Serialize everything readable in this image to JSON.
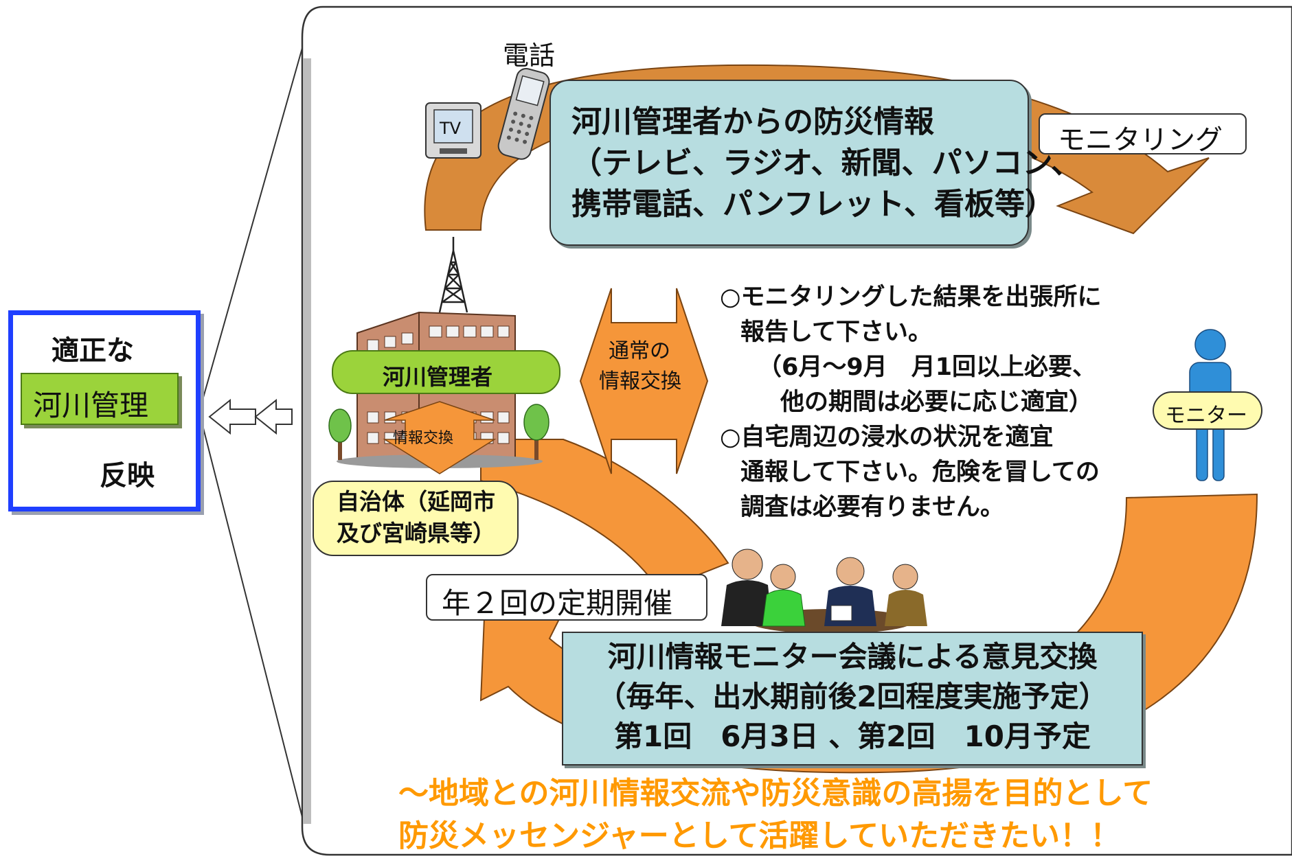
{
  "colors": {
    "orange_arrow": "#f5963a",
    "orange_dark": "#c0651c",
    "info_box": "#b7dde0",
    "yellow_box": "#fffbb0",
    "green_label": "#9bd33b",
    "blue_frame": "#1f3fff",
    "footer_text": "#ff9900",
    "monitor_figure": "#2f8fd8"
  },
  "left_panel": {
    "top": "適正な",
    "middle": "河川管理",
    "bottom": "反映"
  },
  "phone_label": "電話",
  "tv_label": "TV",
  "top_info": {
    "line1": "河川管理者からの防災情報",
    "line2": "（テレビ、ラジオ、新聞、パソコン、",
    "line3": "携帯電話、パンフレット、看板等）"
  },
  "monitoring_label": "モニタリング",
  "river_manager_label": "河川管理者",
  "exchange_small_label": "情報交換",
  "municipality": {
    "line1": "自治体（延岡市",
    "line2": "及び宮崎県等）"
  },
  "normal_exchange": {
    "line1": "通常の",
    "line2": "情報交換"
  },
  "instructions": {
    "l1": "○モニタリングした結果を出張所に",
    "l2": "報告して下さい。",
    "l3": "（6月～9月　月1回以上必要、",
    "l4": "他の期間は必要に応じ適宜）",
    "l5": "○自宅周辺の浸水の状況を適宜",
    "l6": "通報して下さい。危険を冒しての",
    "l7": "調査は必要有りません。"
  },
  "monitor_label": "モニター",
  "biannual_label": "年２回の定期開催",
  "meeting": {
    "line1": "河川情報モニター会議による意見交換",
    "line2": "（毎年、出水期前後2回程度実施予定）",
    "line3": "第1回　6月3日 、第2回　10月予定"
  },
  "footer": {
    "line1": "～地域との河川情報交流や防災意識の高揚を目的として",
    "line2": "防災メッセンジャーとして活躍していただきたい！！"
  },
  "icons": [
    "tv-icon",
    "mobile-phone-icon",
    "radio-tower-icon",
    "office-building-icon",
    "tree-icon",
    "person-icon",
    "meeting-people-icon",
    "double-arrow-left-icon",
    "bidirectional-arrow-icon"
  ]
}
